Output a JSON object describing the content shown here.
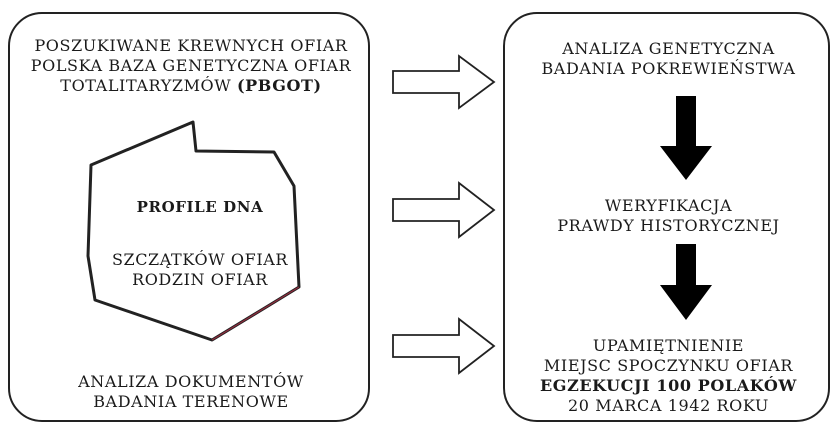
{
  "left_panel": {
    "top_lines": [
      "POSZUKIWANE KREWNYCH OFIAR",
      "POLSKA BAZA GENETYCZNA OFIAR"
    ],
    "top_line3_prefix": "TOTALITARYZMÓW ",
    "top_line3_bold": "(PBGOT)",
    "dna_title": "PROFILE DNA",
    "dna_lines": [
      "SZCZĄTKÓW OFIAR",
      "RODZIN OFIAR"
    ],
    "bottom_lines": [
      "ANALIZA DOKUMENTÓW",
      "BADANIA TERENOWE"
    ]
  },
  "right_panel": {
    "top_lines": [
      "ANALIZA GENETYCZNA",
      "BADANIA POKREWIEŃSTWA"
    ],
    "mid_lines": [
      "WERYFIKACJA",
      "PRAWDY HISTORYCZNEJ"
    ],
    "bottom_lines": [
      "UPAMIĘTNIENIE",
      "MIEJSC SPOCZYNKU OFIAR"
    ],
    "bottom_bold": "EGZEKUCJI 100 POLAKÓW",
    "bottom_last": "20 MARCA 1942 ROKU"
  },
  "colors": {
    "border": "#222222",
    "poland_outline": "#222222",
    "poland_outline_accent": "#c0304a",
    "arrow_fill": "#000000"
  },
  "icons": {
    "hollow_arrow": "right-arrow-outline",
    "solid_arrow": "down-arrow-solid",
    "poland_map": "poland-outline-shape"
  }
}
